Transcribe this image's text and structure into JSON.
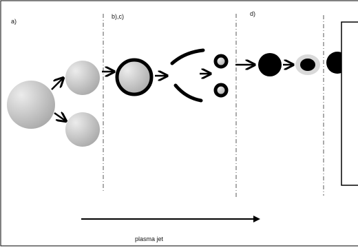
{
  "panels": {
    "a_label": "a)",
    "bc_label": "b),c)",
    "d_label": "d)"
  },
  "axis": {
    "label": "plasma jet"
  },
  "colors": {
    "stroke": "#000000",
    "droplet_fill_light": "#e6e6e6",
    "droplet_fill_dark": "#a8a8a8",
    "solid_particle": "#000000",
    "halo": "#d9d9d9",
    "divider": "#555555"
  }
}
